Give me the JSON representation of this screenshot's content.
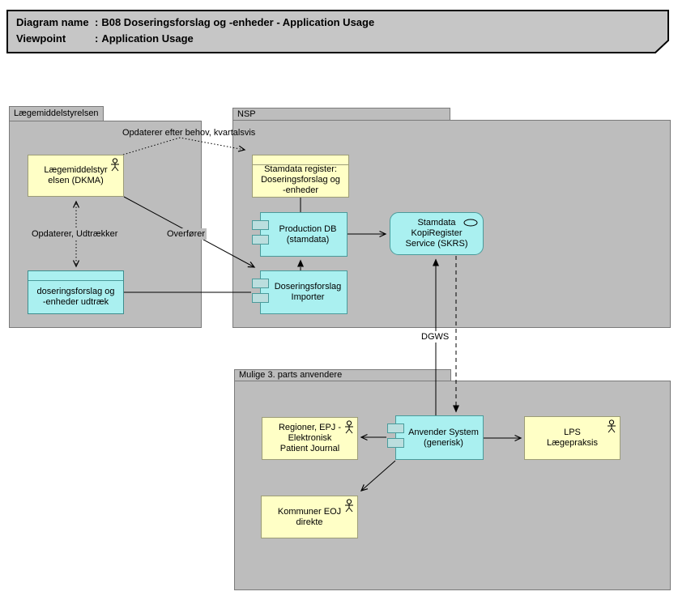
{
  "title": {
    "separator": ":",
    "rows": [
      {
        "label": "Diagram name",
        "value": "B08 Doseringsforslag og -enheder - Application Usage"
      },
      {
        "label": "Viewpoint",
        "value": "Application Usage"
      }
    ]
  },
  "groups": [
    {
      "id": "laegemiddelstyrelsen",
      "label": "Lægemiddelstyrelsen"
    },
    {
      "id": "nsp",
      "label": "NSP"
    },
    {
      "id": "mulige",
      "label": "Mulige 3. parts anvendere"
    }
  ],
  "nodes": {
    "dkma": {
      "type": "business-actor",
      "icon": "actor-icon",
      "label": "Lægemiddelstyrelsen (DKMA)",
      "lines": [
        "Lægemiddelstyr",
        "elsen (DKMA)"
      ]
    },
    "udtraek": {
      "type": "data-object",
      "label": "doseringsforslag og -enheder udtræk",
      "lines": [
        "doseringsforslag og",
        "-enheder udtræk"
      ]
    },
    "register": {
      "type": "data-object",
      "label": "Stamdata register: Doseringsforslag og -enheder",
      "lines": [
        "Stamdata register:",
        "Doseringsforslag og",
        "-enheder"
      ]
    },
    "proddb": {
      "type": "application-component",
      "icon": "component-tab-icon",
      "label": "Production DB (stamdata)",
      "lines": [
        "Production DB",
        "(stamdata)"
      ]
    },
    "importer": {
      "type": "application-component",
      "icon": "component-tab-icon",
      "label": "Doseringsforslag Importer",
      "lines": [
        "Doseringsforslag",
        "Importer"
      ]
    },
    "skrs": {
      "type": "application-service",
      "icon": "service-oval-icon",
      "label": "Stamdata KopiRegister Service (SKRS)",
      "lines": [
        "Stamdata",
        "KopiRegister",
        "Service (SKRS)"
      ]
    },
    "anvender": {
      "type": "application-component",
      "icon": "component-tab-icon",
      "label": "Anvender System (generisk)",
      "lines": [
        "Anvender System",
        "(generisk)"
      ]
    },
    "regioner": {
      "type": "business-actor",
      "icon": "actor-icon",
      "label": "Regioner, EPJ - Elektronisk Patient Journal",
      "lines": [
        "Regioner, EPJ -",
        "Elektronisk",
        "Patient Journal"
      ]
    },
    "lps": {
      "type": "business-actor",
      "icon": "actor-icon",
      "label": "LPS Lægepraksis",
      "lines": [
        "LPS",
        "Lægepraksis"
      ]
    },
    "kommuner": {
      "type": "business-actor",
      "icon": "actor-icon",
      "label": "Kommuner EOJ direkte",
      "lines": [
        "Kommuner EOJ",
        "direkte"
      ]
    }
  },
  "edges": {
    "opdaterer_kvartalsvis": {
      "from": "dkma",
      "to": "register",
      "label": "Opdaterer efter behov, kvartalsvis",
      "style": "dotted",
      "arrow": "open"
    },
    "opdaterer_udtraekker": {
      "from": "dkma",
      "to": "udtraek",
      "label": "Opdaterer, Udtrækker",
      "style": "dotted",
      "arrow": "open-both-ends"
    },
    "overfoerer": {
      "from": "dkma",
      "to": "importer",
      "label": "Overfører",
      "style": "solid",
      "arrow": "open"
    },
    "udtraek_importer": {
      "from": "udtraek",
      "to": "importer",
      "label": "",
      "style": "solid",
      "arrow": "none"
    },
    "register_proddb": {
      "from": "register",
      "to": "proddb",
      "label": "",
      "style": "solid",
      "arrow": "none"
    },
    "importer_proddb": {
      "from": "importer",
      "to": "proddb",
      "label": "",
      "style": "dashed",
      "arrow": "solid"
    },
    "proddb_skrs": {
      "from": "proddb",
      "to": "skrs",
      "label": "",
      "style": "solid",
      "arrow": "open"
    },
    "dgws_call": {
      "from": "anvender",
      "to": "skrs",
      "label": "DGWS",
      "style": "solid",
      "arrow": "solid"
    },
    "dgws_serving": {
      "from": "skrs",
      "to": "anvender",
      "label": "",
      "style": "dashed",
      "arrow": "solid"
    },
    "anvender_regioner": {
      "from": "anvender",
      "to": "regioner",
      "label": "",
      "style": "solid",
      "arrow": "open"
    },
    "anvender_lps": {
      "from": "anvender",
      "to": "lps",
      "label": "",
      "style": "solid",
      "arrow": "open"
    },
    "anvender_kommuner": {
      "from": "anvender",
      "to": "kommuner",
      "label": "",
      "style": "solid",
      "arrow": "open"
    }
  },
  "colors": {
    "group_fill": "#bdbdbd",
    "group_border": "#7a7a7a",
    "business_yellow": "#ffffc6",
    "yellow_border": "#9c9c77",
    "application_cyan": "#aaf0f0",
    "cyan_border": "#4a9b9b",
    "component_tab_fill": "#bbdede",
    "title_fill": "#c6c6c6",
    "line": "#000000"
  }
}
